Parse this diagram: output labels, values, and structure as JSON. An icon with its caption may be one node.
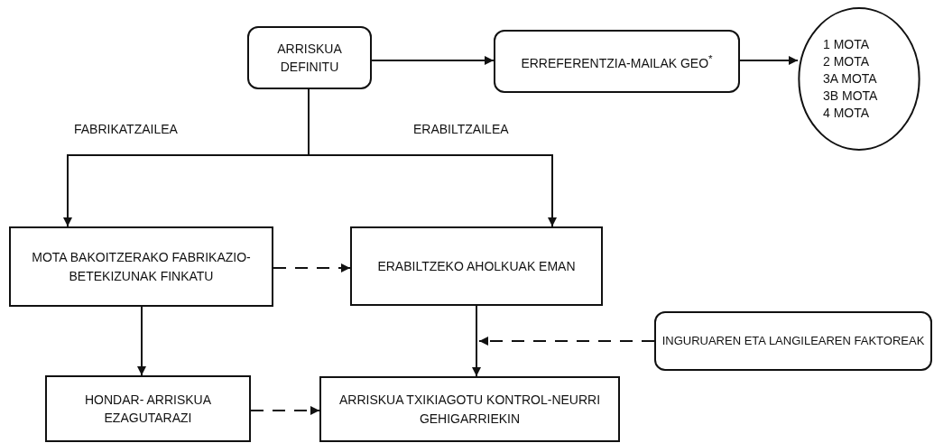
{
  "diagram": {
    "nodes": [
      {
        "text": [
          "ARRISKUA DEFINITU"
        ]
      },
      {
        "text": [
          "ERREFERENTZIA-MAILAK GEO$^{*}$"
        ]
      },
      {
        "text": [
          "1 MOTA",
          "2 MOTA",
          "3A MOTA",
          "3B MOTA",
          "4 MOTA"
        ]
      },
      {
        "text": [
          "MOTA BAKOITZERAKO FABRIKAZIO-BETEKIZUNAK FINKATU"
        ]
      },
      {
        "text": [
          "ERABILTZEKO AHOLKUAK EMAN"
        ]
      },
      {
        "text": [
          "INGURUAREN ETA LANGILEAREN FAKTOREAK"
        ]
      },
      {
        "text": [
          "HONDAR- ARRISKUA EZAGUTARAZI"
        ]
      },
      {
        "text": [
          "ARRISKUA TXIKIAGOTU KONTROL-NEURRI GEHIGARRIEKIN"
        ]
      }
    ],
    "edges": [
      {
        "from": 0,
        "to": 1,
        "arrow": "to"
      },
      {
        "from": 1,
        "to": 2,
        "arrow": "to"
      },
      {
        "from": 0,
        "to": 3,
        "arrow": "to",
        "label": "FABRIKATZAILEA"
      },
      {
        "from": 0,
        "to": 4,
        "arrow": "to",
        "label": "ERABILTZAILEA"
      },
      {
        "from": 3,
        "to": 4,
        "arrow": "to",
        "style": "dashed"
      },
      {
        "from": 4,
        "to": 7,
        "arrow": "to"
      },
      {
        "from": 5,
        "to": null,
        "arrow": "to",
        "style": "dashed"
      },
      {
        "from": 3,
        "to": 6,
        "arrow": "to"
      },
      {
        "from": 6,
        "to": 7,
        "arrow": "to",
        "style": "dashed"
      }
    ]
  }
}
